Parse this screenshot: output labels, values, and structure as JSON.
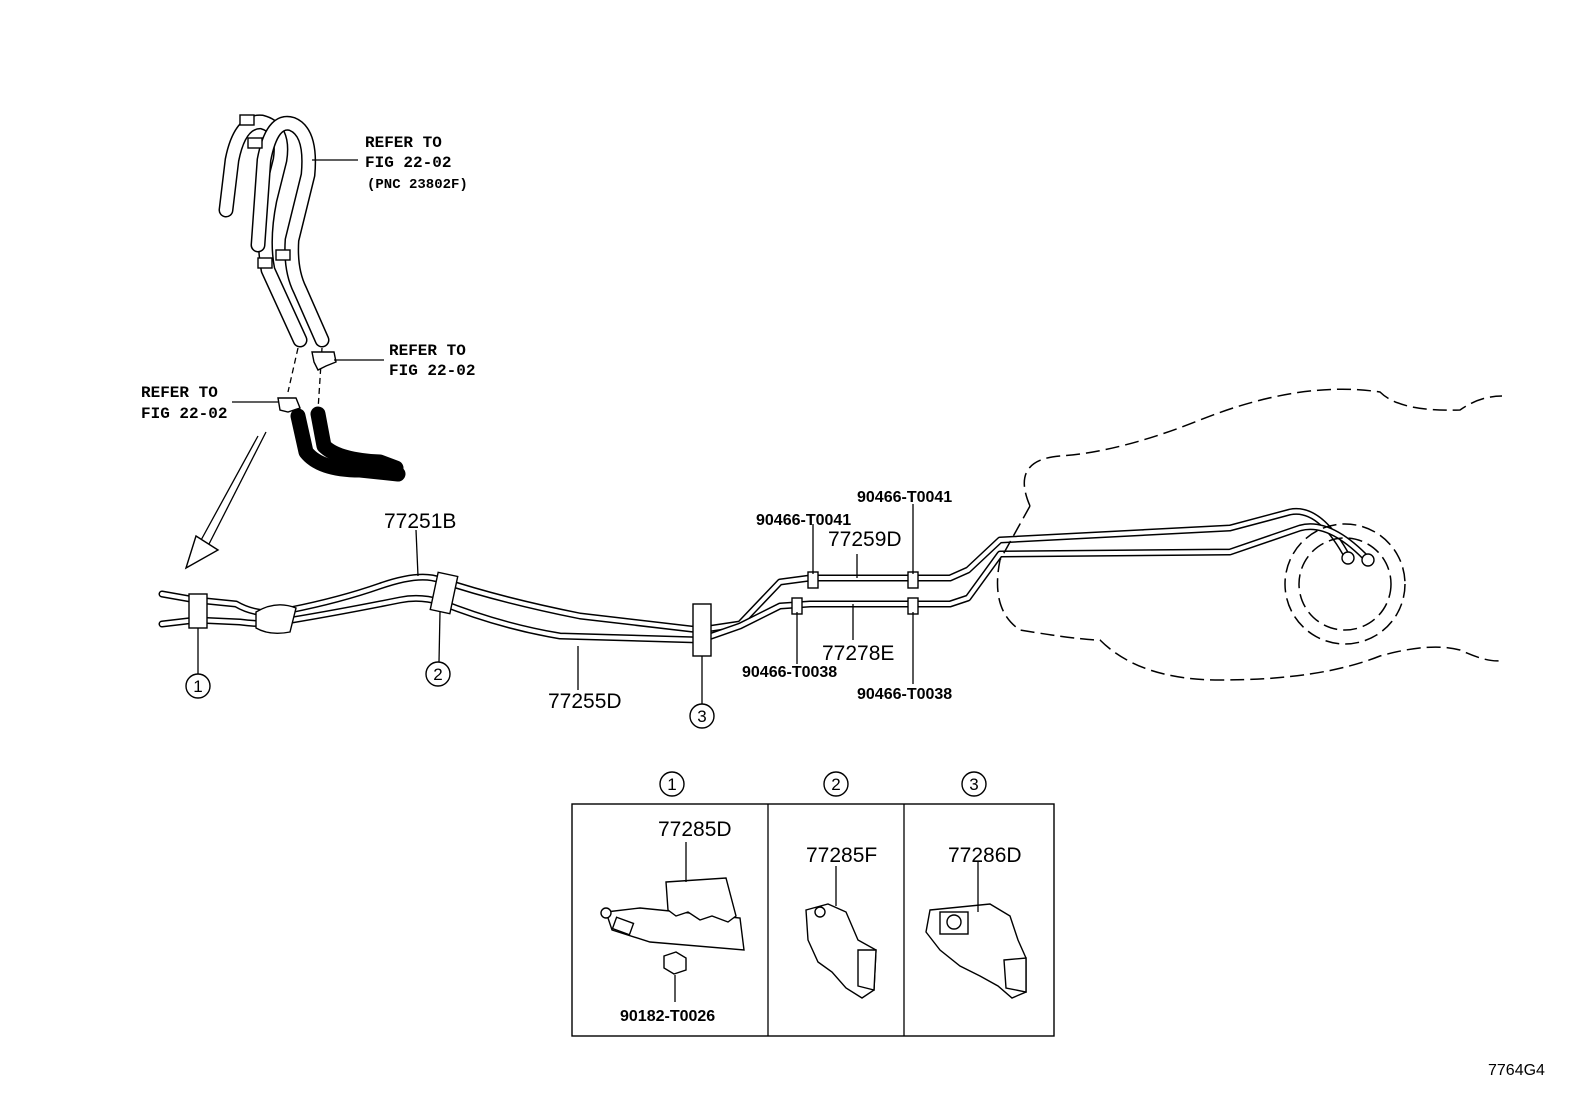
{
  "refers": [
    {
      "line1": "REFER TO",
      "line2": "FIG 22-02",
      "line3": "(PNC 23802F)"
    },
    {
      "line1": "REFER TO",
      "line2": "FIG 22-02"
    },
    {
      "line1": "REFER TO",
      "line2": "FIG 22-02"
    }
  ],
  "parts": {
    "p77251B": "77251B",
    "p77255D": "77255D",
    "p77259D": "77259D",
    "p77278E": "77278E",
    "p90466_T0041_a": "90466-T0041",
    "p90466_T0041_b": "90466-T0041",
    "p90466_T0038_a": "90466-T0038",
    "p90466_T0038_b": "90466-T0038",
    "p77285D": "77285D",
    "p77285F": "77285F",
    "p77286D": "77286D",
    "p90182_T0026": "90182-T0026"
  },
  "callouts": [
    "1",
    "2",
    "3"
  ],
  "detail_headers": [
    "1",
    "2",
    "3"
  ],
  "figure_code": "7764G4"
}
